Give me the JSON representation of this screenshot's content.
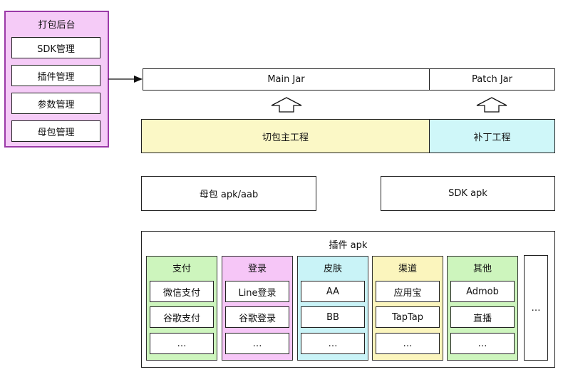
{
  "backend": {
    "title": "打包后台",
    "items": [
      "SDK管理",
      "插件管理",
      "参数管理",
      "母包管理"
    ]
  },
  "jars": {
    "main": "Main Jar",
    "patch": "Patch Jar"
  },
  "projects": {
    "cut": "切包主工程",
    "patch": "补丁工程"
  },
  "packages": {
    "mother": "母包 apk/aab",
    "sdk": "SDK apk"
  },
  "plugins": {
    "title": "插件 apk",
    "columns": [
      {
        "name": "支付",
        "color": "#cdf5bd",
        "items": [
          "微信支付",
          "谷歌支付",
          "…"
        ]
      },
      {
        "name": "登录",
        "color": "#f6c6f7",
        "items": [
          "Line登录",
          "谷歌登录",
          "…"
        ]
      },
      {
        "name": "皮肤",
        "color": "#c9f3f7",
        "items": [
          "AA",
          "BB",
          "…"
        ]
      },
      {
        "name": "渠道",
        "color": "#fbf5bd",
        "items": [
          "应用宝",
          "TapTap",
          "…"
        ]
      },
      {
        "name": "其他",
        "color": "#cdf5bd",
        "items": [
          "Admob",
          "直播",
          "…"
        ]
      }
    ],
    "more": "…"
  },
  "colors": {
    "backend_fill": "#f5cbf7",
    "backend_border": "#9b3aa8",
    "cut_fill": "#fbf8c6",
    "patch_fill": "#cff7f9"
  }
}
